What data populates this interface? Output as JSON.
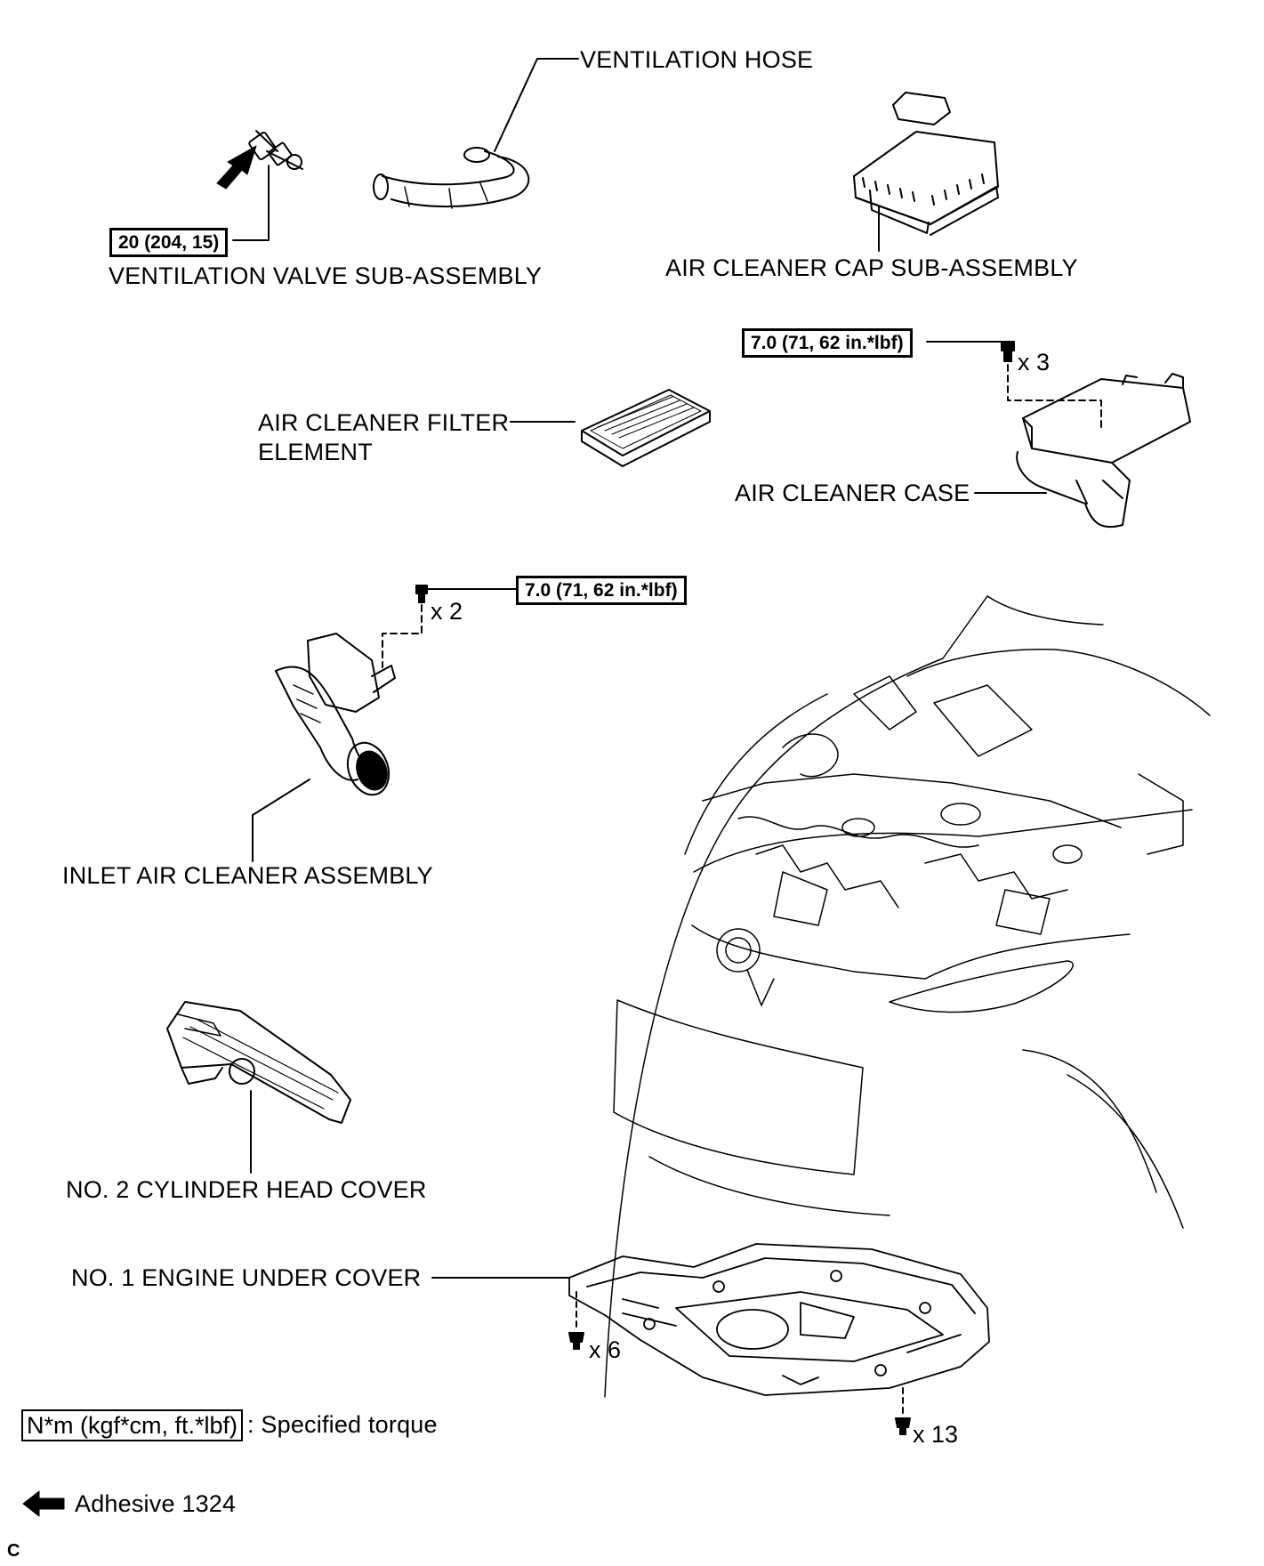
{
  "parts": {
    "ventilation_hose": "VENTILATION HOSE",
    "ventilation_valve": "VENTILATION VALVE SUB-ASSEMBLY",
    "air_cleaner_cap": "AIR CLEANER CAP SUB-ASSEMBLY",
    "air_cleaner_filter_line1": "AIR CLEANER FILTER",
    "air_cleaner_filter_line2": "ELEMENT",
    "air_cleaner_case": "AIR CLEANER CASE",
    "inlet_air_cleaner": "INLET AIR CLEANER ASSEMBLY",
    "cylinder_head_cover": "NO. 2 CYLINDER HEAD COVER",
    "engine_under_cover": "NO. 1 ENGINE UNDER COVER"
  },
  "torques": {
    "ventilation_valve": "20 (204, 15)",
    "air_cleaner_case": "7.0 (71, 62 in.*lbf)",
    "inlet_air_cleaner": "7.0 (71, 62 in.*lbf)"
  },
  "quantities": {
    "case_bolts": "x 3",
    "inlet_bolts": "x 2",
    "cover_clips_left": "x 6",
    "cover_clips_bottom": "x 13"
  },
  "legend": {
    "torque_unit": "N*m (kgf*cm, ft.*lbf)",
    "torque_desc": ": Specified torque",
    "adhesive": "Adhesive 1324"
  },
  "corner_mark": "C",
  "icons": [
    "adhesive-arrow-icon",
    "bolt-icon",
    "clip-icon"
  ]
}
